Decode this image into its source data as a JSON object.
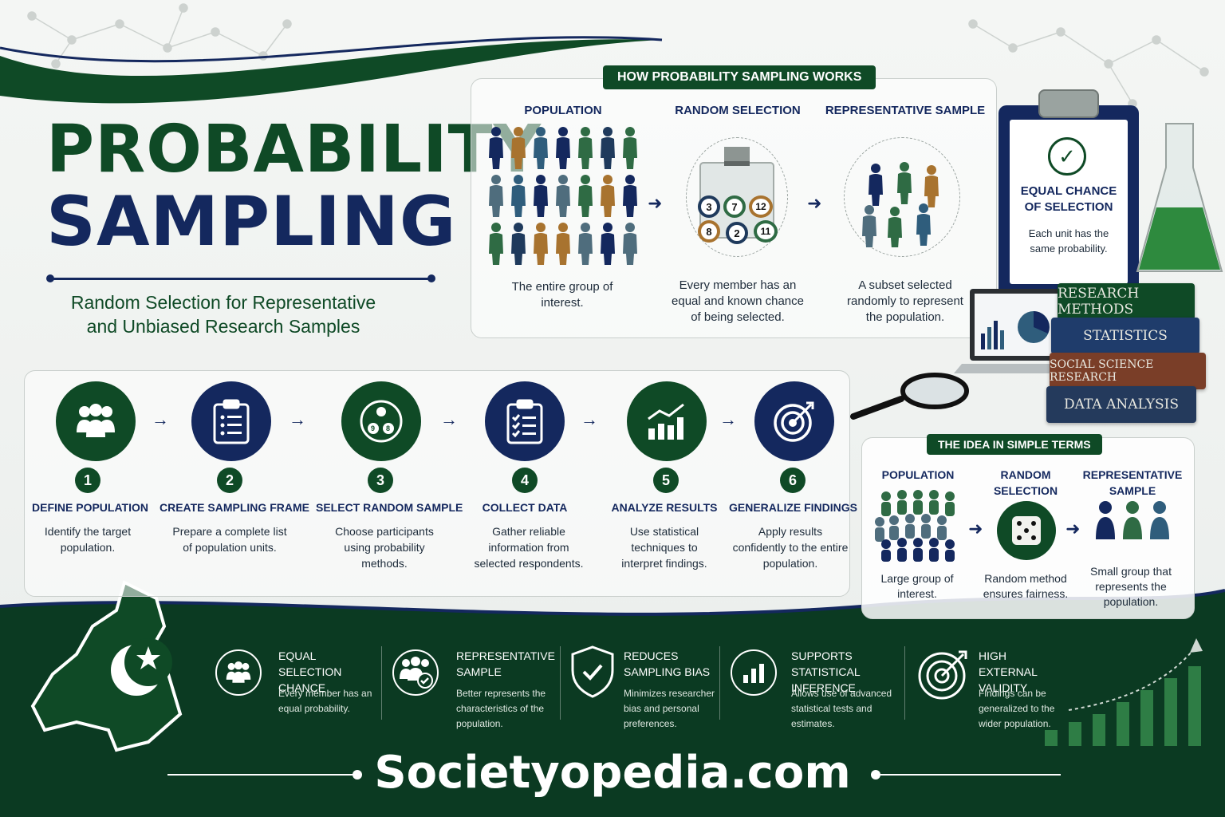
{
  "title": {
    "line1": "PROBABILITY",
    "line2": "SAMPLING"
  },
  "subtitle": "Random Selection for Representative and Unbiased Research Samples",
  "how_it_works": {
    "tag": "HOW PROBABILITY SAMPLING WORKS",
    "columns": [
      {
        "heading": "POPULATION",
        "text": "The entire group of interest."
      },
      {
        "heading": "RANDOM SELECTION",
        "text": "Every member has an equal and known chance of being selected."
      },
      {
        "heading": "REPRESENTATIVE SAMPLE",
        "text": "A subset selected randomly to represent the population."
      }
    ],
    "balls": [
      "3",
      "7",
      "12",
      "8",
      "2",
      "11"
    ]
  },
  "clipboard": {
    "heading": "EQUAL CHANCE OF SELECTION",
    "text": "Each unit has the same probability."
  },
  "books": [
    "RESEARCH METHODS",
    "STATISTICS",
    "SOCIAL SCIENCE RESEARCH",
    "DATA ANALYSIS"
  ],
  "steps": [
    {
      "num": "1",
      "title": "DEFINE POPULATION",
      "text": "Identify the target population.",
      "icon": "people-group-icon"
    },
    {
      "num": "2",
      "title": "CREATE SAMPLING FRAME",
      "text": "Prepare a complete list of population units.",
      "icon": "clipboard-list-icon"
    },
    {
      "num": "3",
      "title": "SELECT RANDOM SAMPLE",
      "text": "Choose participants using probability methods.",
      "icon": "lottery-balls-icon"
    },
    {
      "num": "4",
      "title": "COLLECT DATA",
      "text": "Gather reliable information from selected respondents.",
      "icon": "checklist-icon"
    },
    {
      "num": "5",
      "title": "ANALYZE RESULTS",
      "text": "Use statistical techniques to interpret findings.",
      "icon": "bar-chart-icon"
    },
    {
      "num": "6",
      "title": "GENERALIZE FINDINGS",
      "text": "Apply results confidently to the entire population.",
      "icon": "target-icon"
    }
  ],
  "idea": {
    "tag": "THE IDEA IN SIMPLE TERMS",
    "columns": [
      {
        "heading": "POPULATION",
        "text": "Large group of interest."
      },
      {
        "heading": "RANDOM SELECTION",
        "text": "Random method ensures fairness."
      },
      {
        "heading": "REPRESENTATIVE SAMPLE",
        "text": "Small group that represents the population."
      }
    ]
  },
  "benefits": [
    {
      "title": "EQUAL SELECTION CHANCE",
      "text": "Every member has an equal probability.",
      "icon": "people-group-icon"
    },
    {
      "title": "REPRESENTATIVE SAMPLE",
      "text": "Better represents the characteristics of the population.",
      "icon": "people-check-icon"
    },
    {
      "title": "REDUCES SAMPLING BIAS",
      "text": "Minimizes researcher bias and personal preferences.",
      "icon": "shield-check-icon"
    },
    {
      "title": "SUPPORTS STATISTICAL INFERENCE",
      "text": "Allows use of advanced statistical tests and estimates.",
      "icon": "bar-chart-icon"
    },
    {
      "title": "HIGH EXTERNAL VALIDITY",
      "text": "Findings can be generalized to the wider population.",
      "icon": "target-icon"
    }
  ],
  "footer": "Societyopedia.com",
  "colors": {
    "green": "#0f4a26",
    "navy": "#14285e",
    "band": "#0b3a22"
  }
}
